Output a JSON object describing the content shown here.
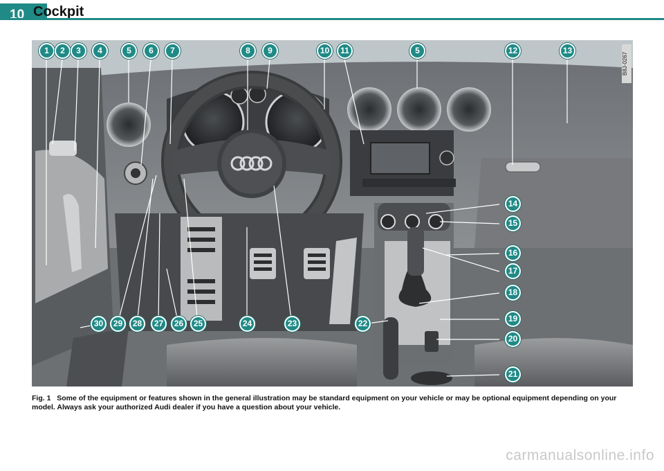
{
  "header": {
    "page_number": "10",
    "section_title": "Cockpit",
    "accent_color": "#1f8a86"
  },
  "figure": {
    "reference_code": "B8J-0267",
    "callouts": [
      "1",
      "2",
      "3",
      "4",
      "5",
      "6",
      "7",
      "8",
      "9",
      "10",
      "11",
      "5",
      "12",
      "13",
      "14",
      "15",
      "16",
      "17",
      "18",
      "19",
      "20",
      "21",
      "22",
      "23",
      "24",
      "25",
      "26",
      "27",
      "28",
      "29",
      "30"
    ],
    "callout_color": "#1f8a86"
  },
  "caption": {
    "label": "Fig. 1",
    "text": "Some of the equipment or features shown in the general illustration may be standard equipment on your vehicle or may be optional equipment depending on your model. Always ask your authorized Audi dealer if you have a question about your vehicle."
  },
  "watermark": "carmanualsonline.info"
}
